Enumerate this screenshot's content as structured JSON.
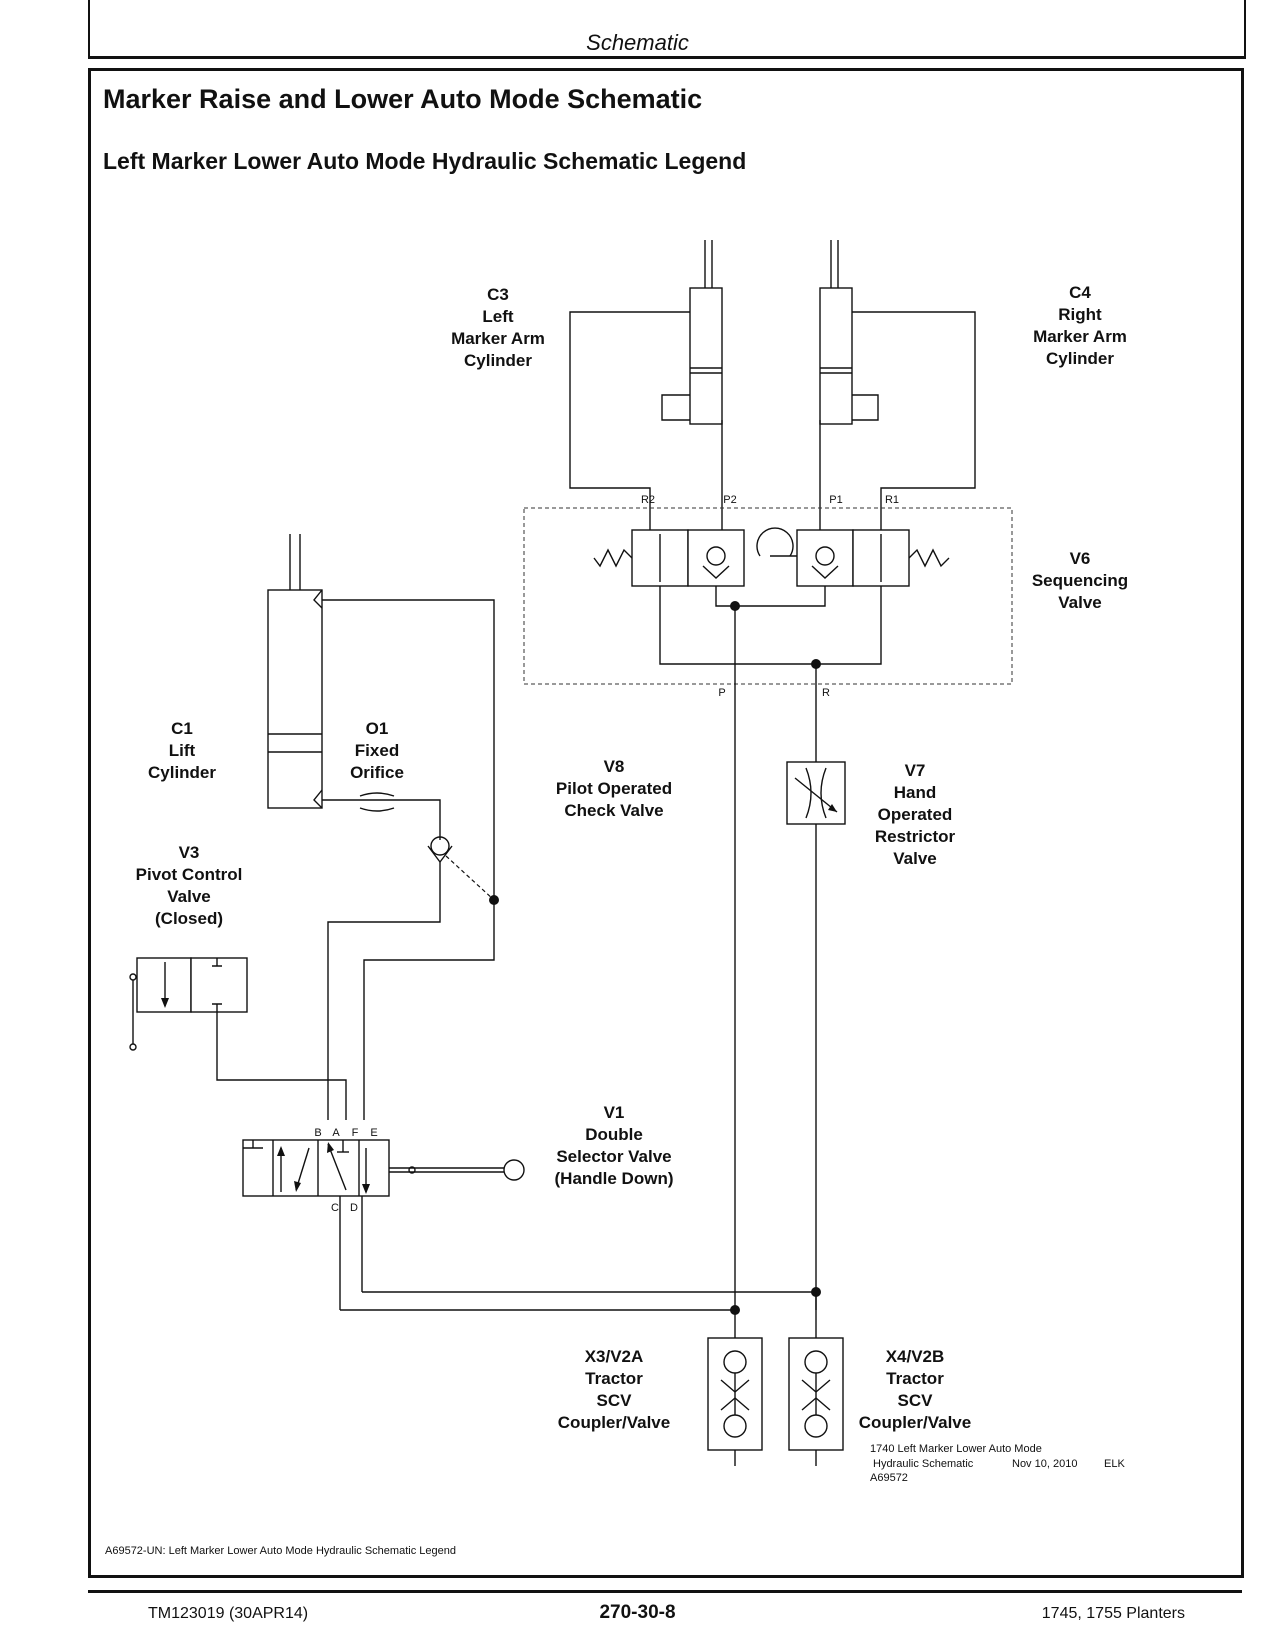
{
  "header": {
    "section": "Schematic"
  },
  "page_title": "Marker Raise and Lower Auto Mode Schematic",
  "legend_title": "Left Marker Lower Auto Mode Hydraulic Schematic Legend",
  "components": {
    "c3": [
      "C3",
      "Left",
      "Marker Arm",
      "Cylinder"
    ],
    "c4": [
      "C4",
      "Right",
      "Marker Arm",
      "Cylinder"
    ],
    "v6": [
      "V6",
      "Sequencing",
      "Valve"
    ],
    "c1": [
      "C1",
      "Lift",
      "Cylinder"
    ],
    "o1": [
      "O1",
      "Fixed",
      "Orifice"
    ],
    "v8": [
      "V8",
      "Pilot Operated",
      "Check Valve"
    ],
    "v7": [
      "V7",
      "Hand",
      "Operated",
      "Restrictor",
      "Valve"
    ],
    "v3": [
      "V3",
      "Pivot Control",
      "Valve",
      "(Closed)"
    ],
    "v1": [
      "V1",
      "Double",
      "Selector Valve",
      "(Handle Down)"
    ],
    "x3": [
      "X3/V2A",
      "Tractor",
      "SCV",
      "Coupler/Valve"
    ],
    "x4": [
      "X4/V2B",
      "Tractor",
      "SCV",
      "Coupler/Valve"
    ]
  },
  "ports": {
    "r2": "R2",
    "p2": "P2",
    "p1": "P1",
    "r1": "R1",
    "p": "P",
    "r": "R",
    "b": "B",
    "a": "A",
    "f": "F",
    "e": "E",
    "c": "C",
    "d": "D"
  },
  "drawing_meta": {
    "line1": "1740 Left Marker Lower Auto Mode",
    "line2": "Hydraulic Schematic",
    "date": "Nov 10, 2010",
    "initials": "ELK",
    "id": "A69572"
  },
  "caption": "A69572-UN: Left Marker Lower Auto Mode Hydraulic Schematic Legend",
  "footer": {
    "left": "TM123019 (30APR14)",
    "center": "270-30-8",
    "right": "1745, 1755 Planters"
  }
}
